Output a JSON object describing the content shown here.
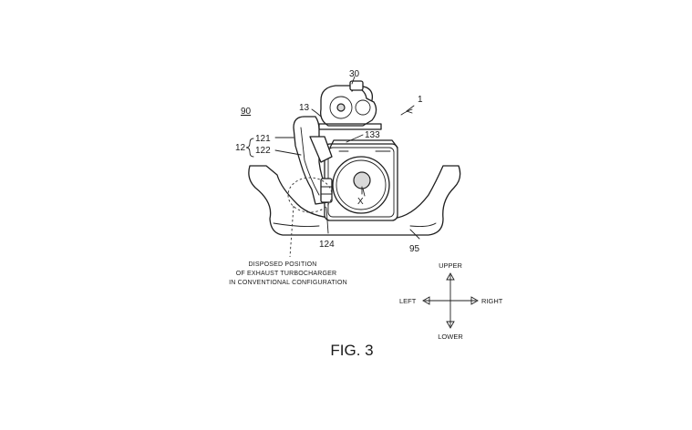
{
  "figure": {
    "caption": "FIG. 3",
    "references": {
      "r30": "30",
      "r1": "1",
      "r90": "90",
      "r13": "13",
      "r133": "133",
      "r121": "121",
      "r12": "12",
      "r122": "122",
      "rX": "X",
      "r124": "124",
      "r95": "95"
    },
    "note": [
      "DISPOSED POSITION",
      "OF EXHAUST TURBOCHARGER",
      "IN CONVENTIONAL CONFIGURATION"
    ],
    "directions": {
      "upper": "UPPER",
      "lower": "LOWER",
      "left": "LEFT",
      "right": "RIGHT"
    }
  }
}
